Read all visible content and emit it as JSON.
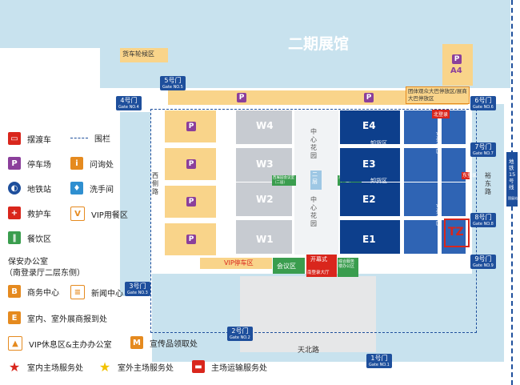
{
  "map": {
    "phase2_hall": "二期展馆",
    "truck_area": "货车轮候区",
    "halls": {
      "w1": "W1",
      "w2": "W2",
      "w3": "W3",
      "w4": "W4",
      "e1": "E1",
      "e2": "E2",
      "e3": "E3",
      "e4": "E4",
      "a4": "A4"
    },
    "central_garden_top": "中心花园",
    "central_garden_bottom": "中心花园",
    "second_floor": "二层",
    "west_office": "西展园会议室（二层）",
    "east_office": "东展园会议室（二层）",
    "unloading_1": "卸货区",
    "unloading_2": "卸货区",
    "outdoor_1": "室外展区",
    "outdoor_2": "室外展区",
    "vip_parking": "VIP停车区",
    "meeting_area": "会议区",
    "opening_label": "开幕式",
    "south_hall": "南登录大厅",
    "service_office": "综合服务楼办公区",
    "group_bus": "团体观众大巴停放区/展商大巴停放区",
    "north_hall": "北登录",
    "east_hall": "东登录",
    "tz_label": "TZ",
    "west_road": "西侧路",
    "east_road": "裕东路",
    "tianbei_road": "天北路",
    "metro": "地铁15号线",
    "metro_station": "国展站",
    "parking_letter": "P",
    "gates": [
      {
        "name": "1号门",
        "sub": "Gate NO.1"
      },
      {
        "name": "2号门",
        "sub": "Gate NO.2"
      },
      {
        "name": "3号门",
        "sub": "Gate NO.3"
      },
      {
        "name": "4号门",
        "sub": "Gate NO.4"
      },
      {
        "name": "5号门",
        "sub": "Gate NO.5"
      },
      {
        "name": "6号门",
        "sub": "Gate NO.6"
      },
      {
        "name": "7号门",
        "sub": "Gate NO.7"
      },
      {
        "name": "8号门",
        "sub": "Gate NO.8"
      },
      {
        "name": "9号门",
        "sub": "Gate NO.9"
      }
    ]
  },
  "legend": {
    "shuttle": "摆渡车",
    "fence": "围栏",
    "parking": "停车场",
    "info": "问询处",
    "subway": "地铁站",
    "restroom": "洗手间",
    "ambulance": "救护车",
    "vip_dining": "VIP用餐区",
    "dining": "餐饮区",
    "security_title": "保安办公室",
    "security_sub": "（南登录厅二层东侧）",
    "business_center": "商务中心",
    "news_center": "新闻中心",
    "registration": "室内、室外展商报到处",
    "vip_lounge": "VIP休息区&主办办公室",
    "promo_pickup": "宣传品领取处",
    "indoor_service": "室内主场服务处",
    "outdoor_service": "室外主场服务处",
    "transport_service": "主场运输服务处"
  },
  "colors": {
    "parking": "#8b3f9b",
    "navy_hall": "#0d3f8c",
    "blue_hall": "#2f64b4",
    "yellow_zone": "#f9d48a",
    "gate": "#1e4f9c",
    "red": "#d9261c",
    "green": "#3a9d4e",
    "orange": "#e58a1f"
  }
}
